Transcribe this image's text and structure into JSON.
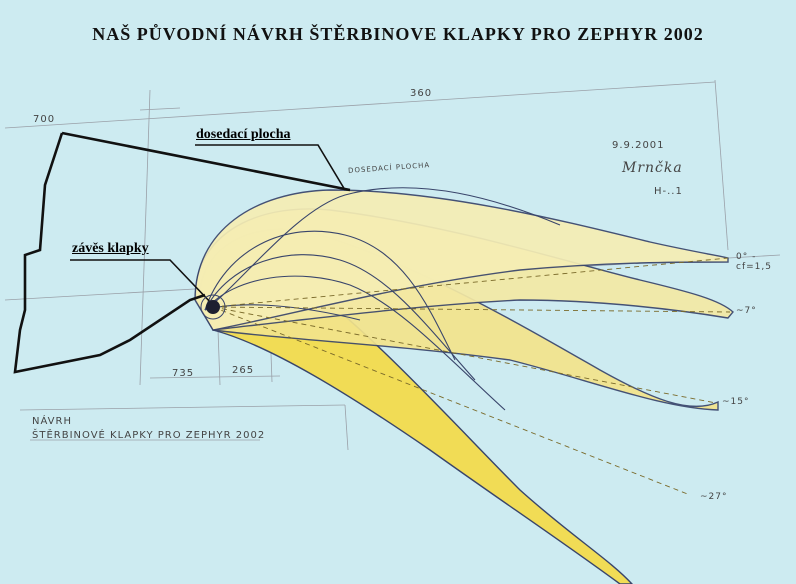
{
  "title": "NAŠ PŮVODNÍ NÁVRH ŠTĚRBINOVE KLAPKY PRO ZEPHYR 2002",
  "labels": {
    "seat_surface": "dosedací plocha",
    "hinge": "závěs klapky",
    "seat_surface_small": "DOSEDACÍ PLOCHA"
  },
  "dimensions": {
    "d700": "700",
    "d360": "360",
    "d735": "735",
    "d265": "265"
  },
  "notes": {
    "date": "9.9.2001",
    "signature": "Mrnčka",
    "ref": "H-..1",
    "note_line1": "NÁVRH",
    "note_line2": "ŠTĚRBINOVÉ KLAPKY PRO ZEPHYR 2002"
  },
  "deflections": {
    "a0": "0° - cf=1,5",
    "a7": "~7°",
    "a15": "~15°",
    "a27": "~27°"
  },
  "colors": {
    "background": "#cdebf1",
    "flap_light": "#f6eeb4",
    "flap_mid": "#f3e38a",
    "flap_dark": "#f1dc55",
    "outline": "#39456b"
  }
}
